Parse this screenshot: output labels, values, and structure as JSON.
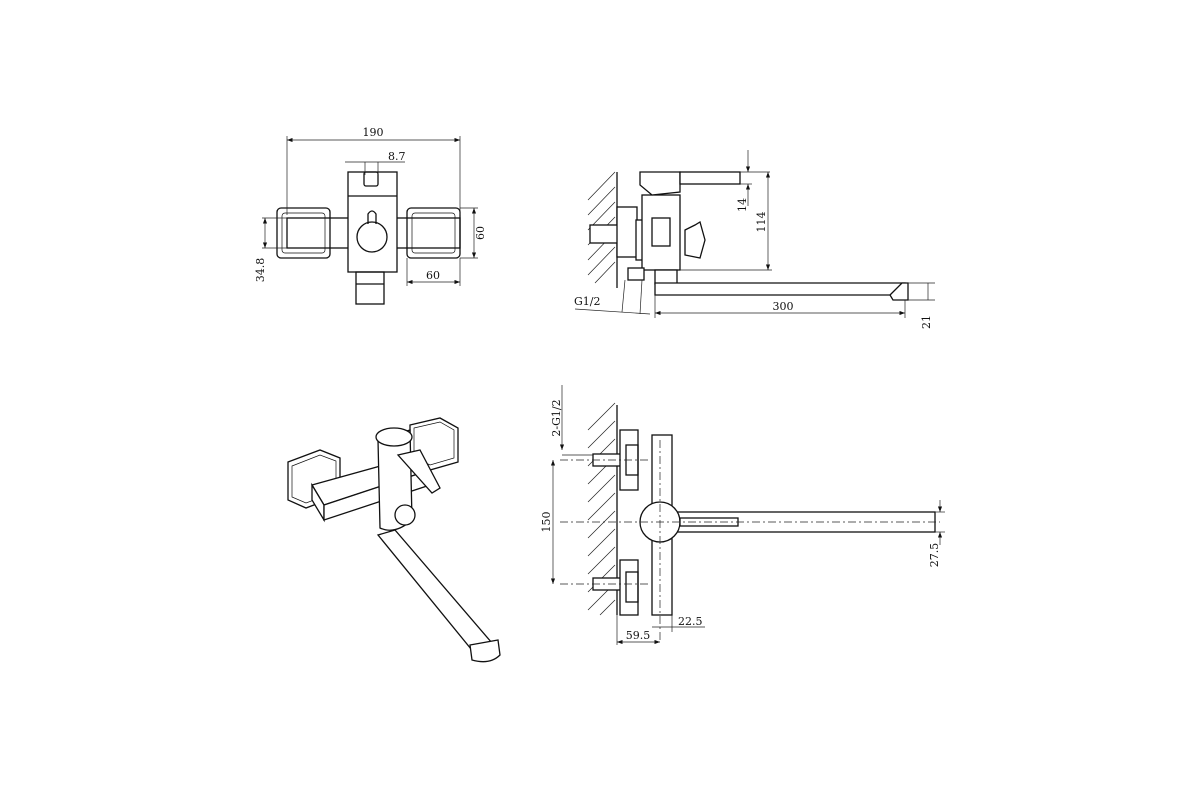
{
  "drawing": {
    "front_view": {
      "dimensions": {
        "overall_width": "190",
        "outlet_width": "8.7",
        "handle_height": "60",
        "bar_offset": "34.8",
        "handle_width": "60"
      }
    },
    "side_view": {
      "dimensions": {
        "lever_height": "14",
        "body_height": "114",
        "thread": "G1/2",
        "spout_length": "300",
        "spout_tip": "21"
      }
    },
    "isometric_view": {},
    "top_view": {
      "dimensions": {
        "inlets": "2-G1/2",
        "inlet_spacing": "150",
        "spout_height": "27.5",
        "body_depth": "22.5",
        "wall_to_axis": "59.5"
      }
    }
  }
}
